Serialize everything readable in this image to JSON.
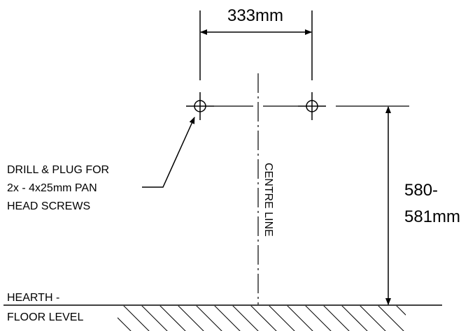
{
  "width_dimension": "333mm",
  "height_dimension": [
    "580-",
    "581mm"
  ],
  "drill_note": [
    "DRILL & PLUG FOR",
    "2x - 4x25mm PAN",
    "HEAD SCREWS"
  ],
  "centre_line_label": "CENTRE LINE",
  "floor_label": [
    "HEARTH -",
    "FLOOR LEVEL"
  ],
  "colors": {
    "line": "#000000",
    "background": "#ffffff"
  }
}
